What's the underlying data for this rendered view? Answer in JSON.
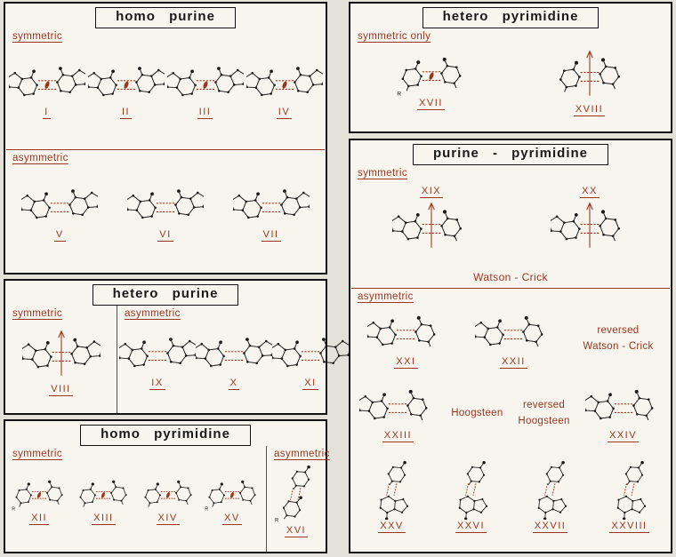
{
  "colors": {
    "accent": "#993620",
    "ink": "#191919",
    "panel_bg": "#f7f5ee",
    "page_bg": "#e4e1d8"
  },
  "panels": {
    "homo_purine": {
      "title": "homo purine",
      "sections": [
        {
          "label": "symmetric",
          "rows": [
            [
              {
                "t": "s",
                "n": "I",
                "g": "pp",
                "m": "lens"
              },
              {
                "t": "s",
                "n": "II",
                "g": "pp",
                "m": "lens"
              },
              {
                "t": "s",
                "n": "III",
                "g": "pp",
                "m": "lens"
              },
              {
                "t": "s",
                "n": "IV",
                "g": "pp",
                "m": "lens"
              }
            ]
          ]
        },
        {
          "label": "asymmetric",
          "rows": [
            [
              {
                "t": "s",
                "n": "V",
                "g": "pp"
              },
              {
                "t": "s",
                "n": "VI",
                "g": "pp"
              },
              {
                "t": "s",
                "n": "VII",
                "g": "pp"
              }
            ]
          ]
        }
      ]
    },
    "hetero_purine": {
      "title": "hetero purine",
      "sections": [
        {
          "label": "symmetric",
          "rows": [
            [
              {
                "t": "s",
                "n": "VIII",
                "g": "pp",
                "m": "arrow"
              }
            ]
          ]
        },
        {
          "label": "asymmetric",
          "rows": [
            [
              {
                "t": "s",
                "n": "IX",
                "g": "pp"
              },
              {
                "t": "s",
                "n": "X",
                "g": "pp"
              },
              {
                "t": "s",
                "n": "XI",
                "g": "pp"
              }
            ]
          ]
        }
      ]
    },
    "homo_pyrimidine": {
      "title": "homo pyrimidine",
      "sections": [
        {
          "label": "symmetric",
          "rows": [
            [
              {
                "t": "s",
                "n": "XII",
                "g": "yy",
                "m": "lens",
                "r": "R"
              },
              {
                "t": "s",
                "n": "XIII",
                "g": "yy",
                "m": "lens"
              },
              {
                "t": "s",
                "n": "XIV",
                "g": "yy",
                "m": "lens"
              },
              {
                "t": "s",
                "n": "XV",
                "g": "yy",
                "m": "lens",
                "r": "R"
              }
            ]
          ]
        },
        {
          "label": "asymmetric",
          "rows": [
            [
              {
                "t": "s",
                "n": "XVI",
                "g": "v_yy",
                "r": "R"
              }
            ]
          ]
        }
      ]
    },
    "hetero_pyrimidine": {
      "title": "hetero pyrimidine",
      "sections": [
        {
          "label": "symmetric only",
          "rows": [
            [
              {
                "t": "s",
                "n": "XVII",
                "g": "yy",
                "m": "lens",
                "r": "R"
              },
              {
                "t": "s",
                "n": "XVIII",
                "g": "yy",
                "m": "arrow"
              }
            ]
          ]
        }
      ]
    },
    "purine_pyrimidine": {
      "title": "purine - pyrimidine",
      "sections": [
        {
          "label": "symmetric",
          "caption": "Watson - Crick",
          "rows": [
            [
              {
                "t": "s",
                "n": "XIX",
                "g": "py",
                "m": "arrow",
                "npos": "top"
              },
              {
                "t": "s",
                "n": "XX",
                "g": "py",
                "m": "arrow",
                "npos": "top"
              }
            ]
          ]
        },
        {
          "label": "asymmetric",
          "rows": [
            [
              {
                "t": "s",
                "n": "XXI",
                "g": "py"
              },
              {
                "t": "s",
                "n": "XXII",
                "g": "py"
              },
              {
                "t": "l",
                "text": "reversed\nWatson - Crick"
              }
            ],
            [
              {
                "t": "s",
                "n": "XXIII",
                "g": "py"
              },
              {
                "t": "l",
                "text": "Hoogsteen"
              },
              {
                "t": "l",
                "text": "reversed\nHoogsteen"
              },
              {
                "t": "s",
                "n": "XXIV",
                "g": "py"
              }
            ],
            [
              {
                "t": "s",
                "n": "XXV",
                "g": "v_yp"
              },
              {
                "t": "s",
                "n": "XXVI",
                "g": "v_yp"
              },
              {
                "t": "s",
                "n": "XXVII",
                "g": "v_yp"
              },
              {
                "t": "s",
                "n": "XXVIII",
                "g": "v_yp"
              }
            ]
          ]
        }
      ]
    }
  }
}
